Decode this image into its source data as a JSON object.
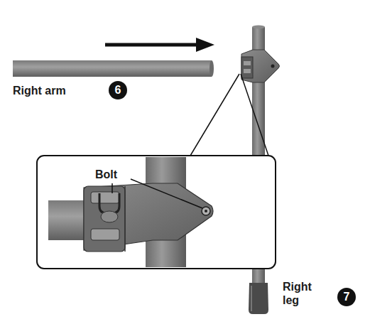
{
  "diagram": {
    "labels": [
      "Right arm",
      "6",
      "Bolt",
      "Right leg",
      "7"
    ]
  }
}
